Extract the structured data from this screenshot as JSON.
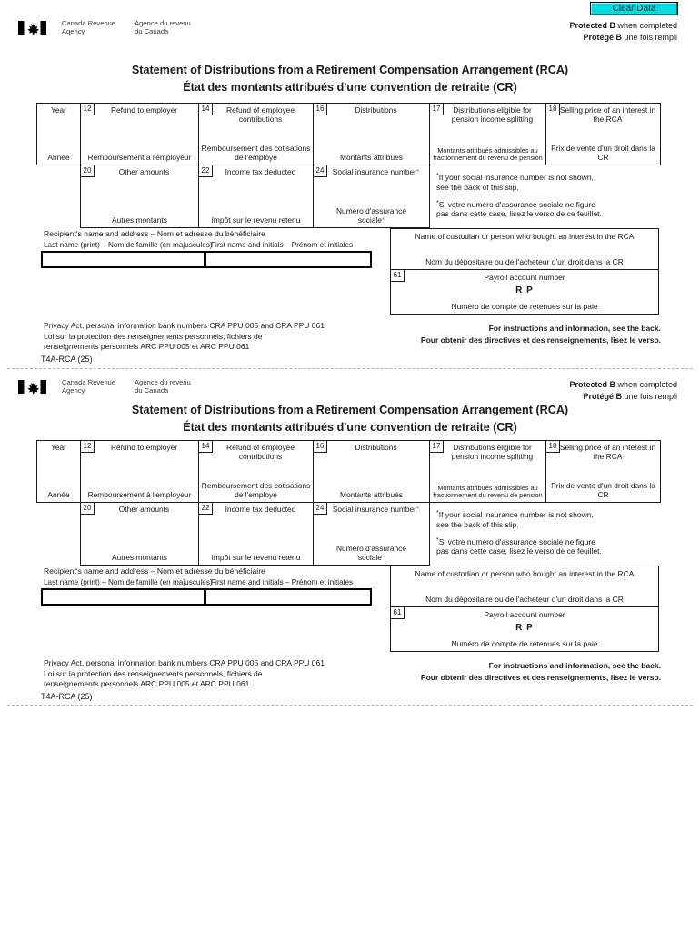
{
  "colors": {
    "clear_button_bg": "#00dde2",
    "sin_star_accent": "#2fa8d5"
  },
  "button": {
    "clear_data": "Clear Data"
  },
  "header": {
    "agency_en": "Canada Revenue\nAgency",
    "agency_fr": "Agence du revenu\ndu Canada",
    "protected_bold": "Protected B",
    "protected_rest": " when completed",
    "protege_bold": "Protégé B",
    "protege_rest": " une fois rempli",
    "title_en": "Statement of Distributions from a Retirement Compensation Arrangement (RCA)",
    "title_fr": "État des montants attribués d'une convention de retraite (CR)"
  },
  "table": {
    "year_en": "Year",
    "year_fr": "Année",
    "boxes": [
      {
        "num": "12",
        "en": "Refund to employer",
        "fr": "Remboursement à l'employeur"
      },
      {
        "num": "14",
        "en": "Refund of employee contributions",
        "fr": "Remboursement des cotisations de l'employé"
      },
      {
        "num": "16",
        "en": "Distributions",
        "fr": "Montants attribués"
      },
      {
        "num": "17",
        "en": "Distributions eligible for pension income splitting",
        "fr": "Montants attribués admissibles au fractionnement du revenu de pension"
      },
      {
        "num": "18",
        "en": "Selling price of an interest in the RCA",
        "fr": "Prix de vente d'un droit dans la CR"
      },
      {
        "num": "20",
        "en": "Other amounts",
        "fr": "Autres montants"
      },
      {
        "num": "22",
        "en": "Income tax deducted",
        "fr": "Impôt sur le revenu retenu"
      },
      {
        "num": "24",
        "en": "Social insurance number",
        "fr_line1": "Numéro d'assurance",
        "fr_line2": "sociale"
      }
    ],
    "star": "*",
    "sin_note_en_1": "If your social insurance number is not shown,",
    "sin_note_en_2": "see the back of this slip.",
    "sin_note_fr_1": "Si votre numéro d'assurance sociale ne figure",
    "sin_note_fr_2": "pas dans cette case, lisez le verso de ce feuillet."
  },
  "recipient": {
    "header": "Recipient's name and address  –  Nom et adresse du bénéficiaire",
    "last_name_label": "Last name (print) – Nom de famille (en majuscules)",
    "first_name_label": "First name and initials  – Prénom et initiales",
    "last_name_value": "",
    "first_name_value": ""
  },
  "custodian": {
    "name_en": "Name of custodian or person who bought an interest in the RCA",
    "name_fr": "Nom du dépositaire ou de l'acheteur d'un droit dans la CR",
    "box_num": "61",
    "payroll_en": "Payroll account number",
    "rp": "R P",
    "payroll_fr": "Numéro de compte de retenues sur la paie"
  },
  "footer": {
    "privacy_line1": "Privacy Act, personal information bank numbers CRA PPU 005 and CRA PPU 061",
    "privacy_line2": "Loi sur la protection des renseignements personnels, fichiers de",
    "privacy_line3": "renseignements personnels ARC PPU 005 et ARC PPU 061",
    "form_code": "T4A-RCA (25)",
    "instructions_en": "For instructions and information, see the back.",
    "instructions_fr": "Pour obtenir des directives et des renseignements, lisez le verso."
  }
}
